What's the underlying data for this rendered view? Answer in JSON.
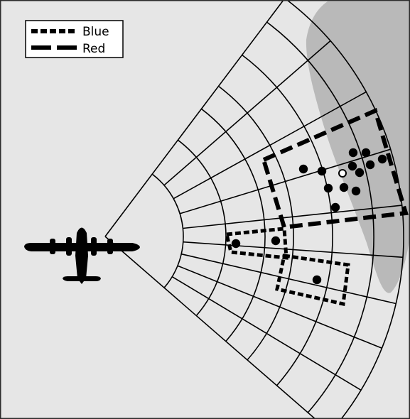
{
  "legend": {
    "items": [
      {
        "label": "Blue",
        "pattern": "short-dash"
      },
      {
        "label": "Red",
        "pattern": "long-dash"
      }
    ]
  },
  "colors": {
    "background": "#e6e6e6",
    "terrain": "#b9b9b9",
    "ink": "#000000",
    "frame": "#2b2b2b",
    "legend_background": "#ffffff"
  },
  "icons": {
    "aircraft": "airplane-silhouette-icon",
    "impact": "dot-marker",
    "aim_point": "open-circle-marker"
  }
}
